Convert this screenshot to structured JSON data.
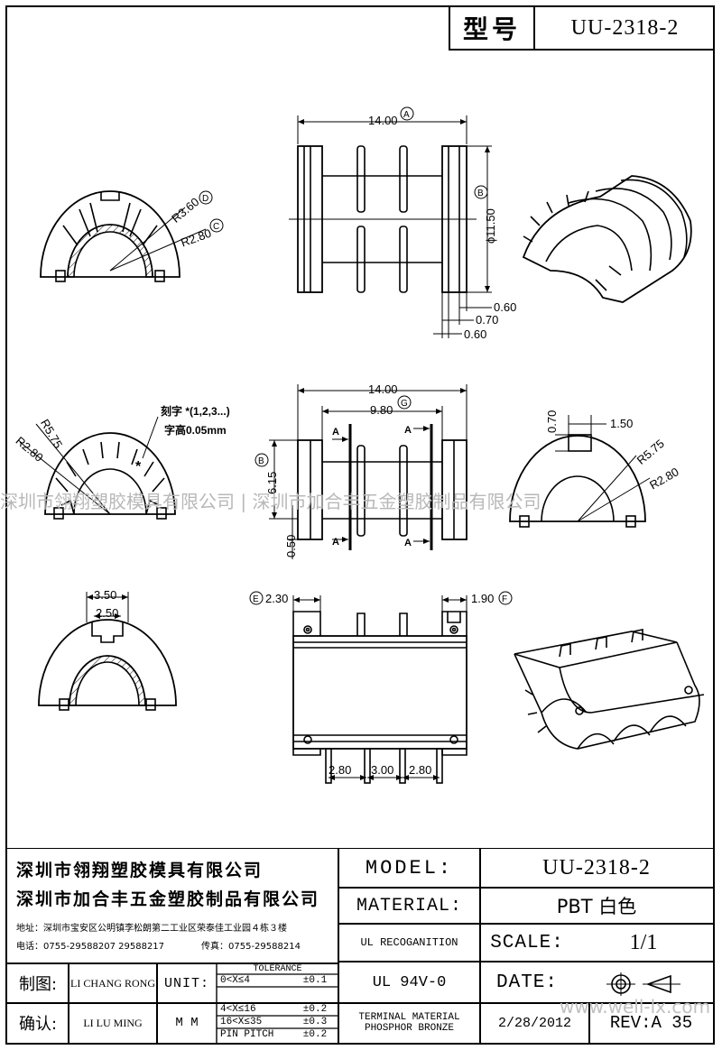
{
  "header": {
    "type_label": "型号",
    "model": "UU-2318-2"
  },
  "dimensions": {
    "front_width": "14.00",
    "label_a": "A",
    "label_b": "B",
    "label_c": "C",
    "label_d": "D",
    "label_e": "E",
    "label_f": "F",
    "label_g": "G",
    "r360": "R3.60",
    "r280": "R2.80",
    "dia1150": "ϕ11.50",
    "d060a": "0.60",
    "d070": "0.70",
    "d060b": "0.60",
    "mid_width": "14.00",
    "d980": "9.80",
    "d615": "6.15",
    "d050": "0.50",
    "r575": "R5.75",
    "r280b": "R2.80",
    "engrave_text": "刻字 *(1,2,3...)",
    "char_height": "字高0.05mm",
    "arrow_a": "A",
    "d070b": "0.70",
    "d150": "1.50",
    "r575b": "R5.75",
    "r280c": "R2.80",
    "d350": "3.50",
    "d250": "2.50",
    "d230": "2.30",
    "d190": "1.90",
    "d280a": "2.80",
    "d300": "3.00",
    "d280b": "2.80",
    "star": "*"
  },
  "watermark": {
    "text": "深圳市翎翔塑胶模具有限公司 | 深圳市加合丰五金塑胶制品有限公司",
    "site": "www.well-lx.com"
  },
  "title_block": {
    "company1": "深圳市翎翔塑胶模具有限公司",
    "company2": "深圳市加合丰五金塑胶制品有限公司",
    "address": "地址：深圳市宝安区公明镇李松朗第二工业区荣泰佳工业园４栋３楼",
    "tel": "电话：0755-29588207  29588217",
    "fax": "传真：0755-29588214",
    "model_label": "MODEL:",
    "model_value": "UU-2318-2",
    "material_label": "MATERIAL:",
    "material_value": "PBT 白色",
    "ul_label": "UL RECOGANITION",
    "ul_value": "UL 94V-0",
    "scale_label": "SCALE:",
    "scale_value": "1/1",
    "date_label": "DATE:",
    "date_value": "2/28/2012",
    "terminal_label1": "TERMINAL MATERIAL",
    "terminal_label2": "PHOSPHOR  BRONZE",
    "rev": "REV:A 35",
    "drawn_label": "制图:",
    "drawn_name": "LI CHANG RONG",
    "check_label": "确认:",
    "check_name": "LI LU MING",
    "unit_label": "UNIT:",
    "unit_value": "M M",
    "tolerance_title": "TOLERANCE",
    "tol": [
      {
        "range": "0<X≤4",
        "value": "±0.1"
      },
      {
        "range": "4<X≤16",
        "value": "±0.2"
      },
      {
        "range": "16<X≤35",
        "value": "±0.3"
      },
      {
        "range": "PIN PITCH",
        "value": "±0.2"
      }
    ]
  }
}
